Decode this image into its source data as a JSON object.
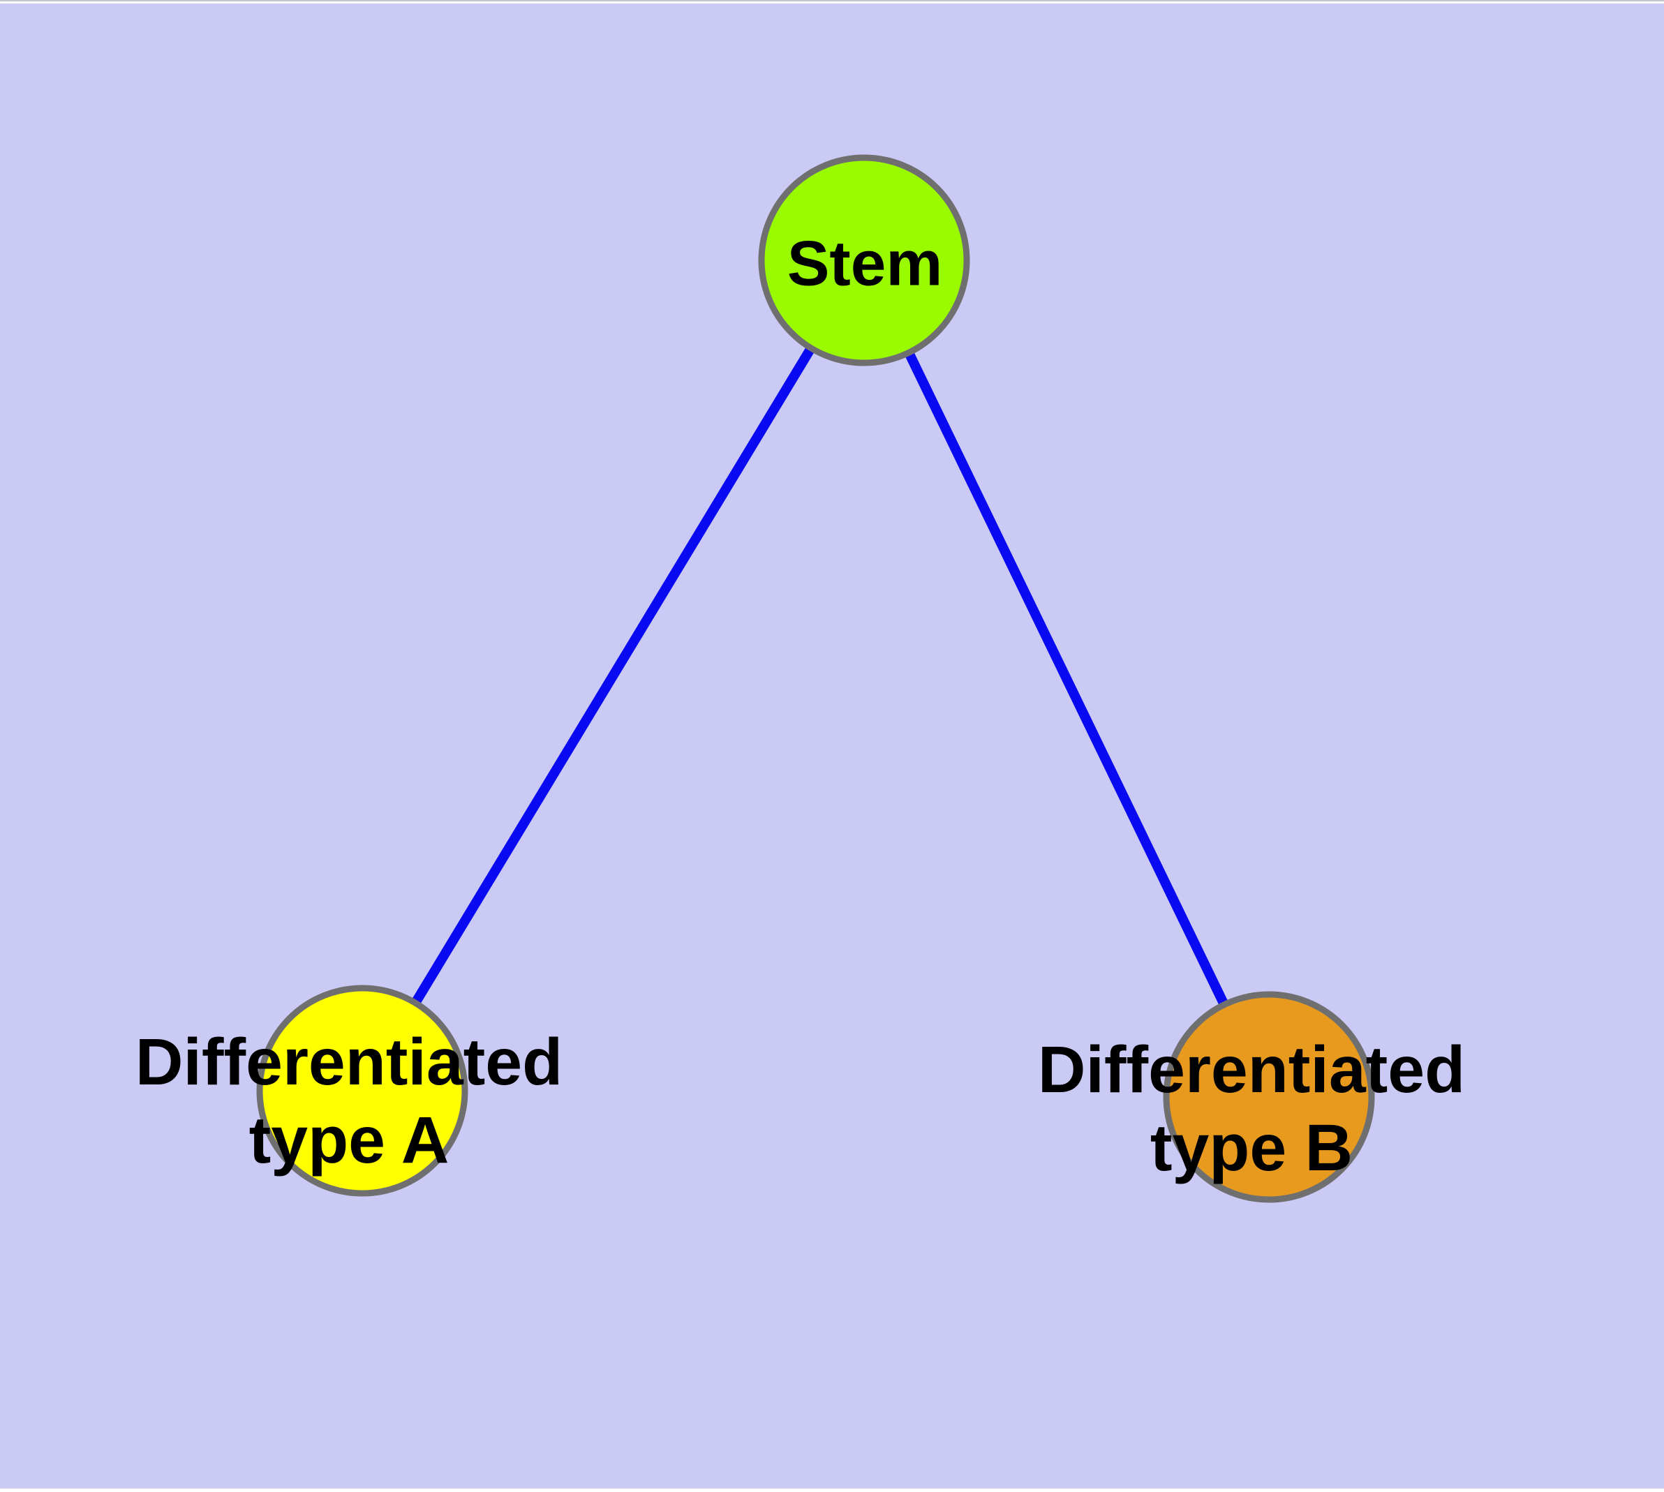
{
  "diagram": {
    "background_color": "#CACAF5",
    "edge_color": "#0909F2",
    "node_stroke_color": "#6F6F6F",
    "text_color": "#000000",
    "nodes": [
      {
        "id": "stem",
        "label": "Stem",
        "fill": "#9AFB00"
      },
      {
        "id": "differentiated-type-a",
        "label": "Differentiated type A",
        "label_lines": [
          "Differentiated",
          "type A"
        ],
        "fill": "#FFFF00"
      },
      {
        "id": "differentiated-type-b",
        "label": "Differentiated type B",
        "label_lines": [
          "Differentiated",
          "type B"
        ],
        "fill": "#E79A1D"
      }
    ],
    "edges": [
      {
        "from": "Stem",
        "to": "Differentiated type A"
      },
      {
        "from": "Stem",
        "to": "Differentiated type B"
      }
    ]
  }
}
